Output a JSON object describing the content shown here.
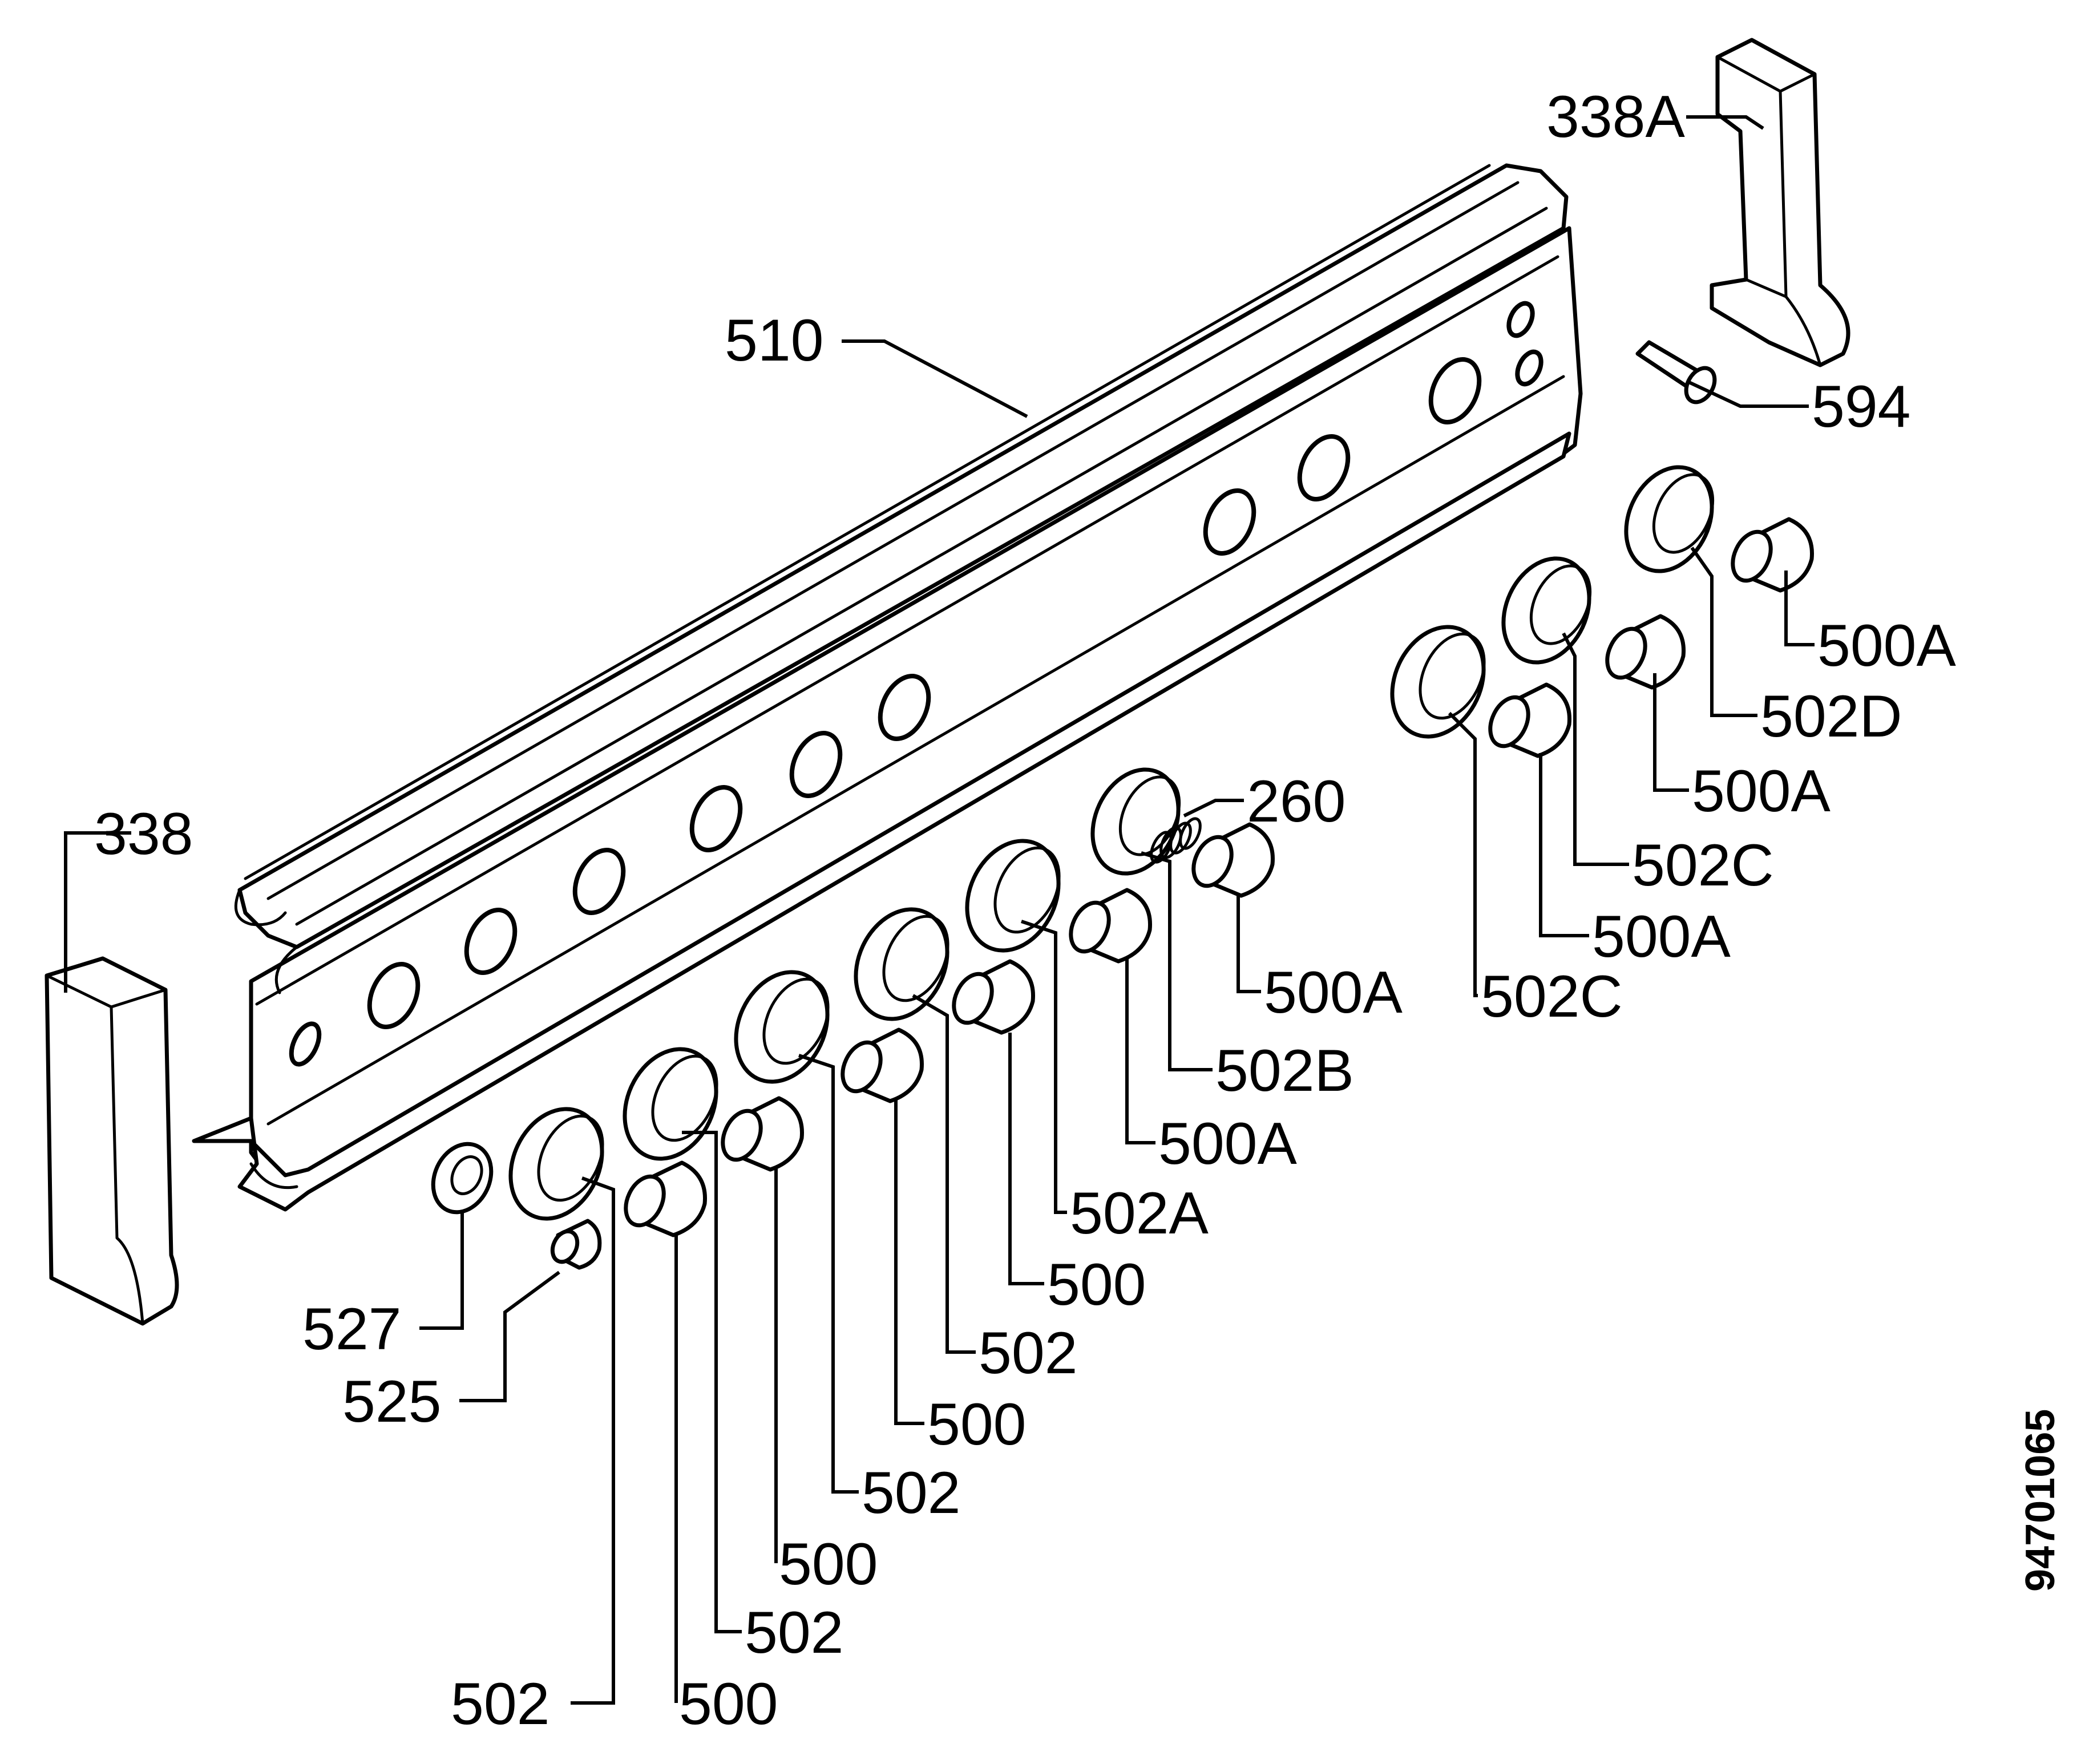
{
  "labels": {
    "p338a": "338A",
    "p510": "510",
    "p594": "594",
    "p338": "338",
    "p260": "260",
    "p500a_1": "500A",
    "p502d": "502D",
    "p500a_2": "500A",
    "p502c_1": "502C",
    "p500a_3": "500A",
    "p502c_2": "502C",
    "p500a_4": "500A",
    "p502b": "502B",
    "p500a_5": "500A",
    "p502a": "502A",
    "p500_1": "500",
    "p502_1": "502",
    "p500_2": "500",
    "p502_2": "502",
    "p500_3": "500",
    "p502_3": "502",
    "p502_4": "502",
    "p500_4": "500",
    "p527": "527",
    "p525": "525"
  },
  "document_number": "94701065"
}
